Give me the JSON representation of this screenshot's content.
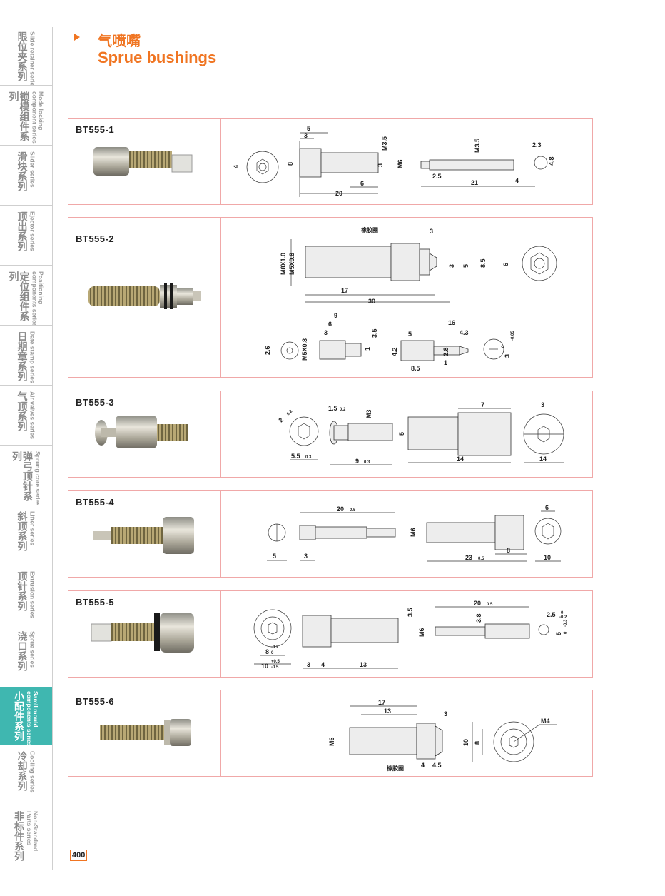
{
  "header": {
    "title_zh": "气喷嘴",
    "title_en": "Sprue bushings"
  },
  "page_number": "400",
  "sidebar": {
    "items": [
      {
        "zh": "限位夹系列",
        "en": "Slide retainer series",
        "active": false
      },
      {
        "zh": "锁模组件系列",
        "en": "Mode locking\ncomponent series",
        "active": false
      },
      {
        "zh": "滑块系列",
        "en": "Slider series",
        "active": false
      },
      {
        "zh": "顶出系列",
        "en": "Ejector series",
        "active": false
      },
      {
        "zh": "定位组件系列",
        "en": "Positioning\ncomponents series",
        "active": false
      },
      {
        "zh": "日期章系列",
        "en": "Date stamp series",
        "active": false
      },
      {
        "zh": "气顶系列",
        "en": "Air valves series",
        "active": false
      },
      {
        "zh": "弹弓顶针系列",
        "en": "Sprung core series",
        "active": false
      },
      {
        "zh": "斜顶系列",
        "en": "Lifter series",
        "active": false
      },
      {
        "zh": "顶针系列",
        "en": "Extrusion series",
        "active": false
      },
      {
        "zh": "浇口系列",
        "en": "Sprue series",
        "active": false
      },
      {
        "zh": "小配件系列",
        "en": "Samll mould\ncomponents series",
        "active": true
      },
      {
        "zh": "冷却系列",
        "en": "Cooling series",
        "active": false
      },
      {
        "zh": "非标件系列",
        "en": "Non-Standard\nParts series",
        "active": false
      }
    ]
  },
  "products": [
    {
      "code": "BT555-1",
      "dims": {
        "d5": "5",
        "d3": "3",
        "m35": "M3.5",
        "d8": "8",
        "d3b": "3",
        "m6": "M6",
        "d6": "6",
        "d20": "20",
        "d4": "4",
        "m35b": "M3.5",
        "d25": "2.5",
        "d21": "21",
        "d4b": "4",
        "d23": "2.3",
        "d48": "4.8"
      }
    },
    {
      "code": "BT555-2",
      "dims": {
        "rubber": "橡胶圈",
        "m8": "M8X1.0",
        "m5": "M5X0.8",
        "d3": "3",
        "d3b": "3",
        "d5": "5",
        "d85": "8.5",
        "d17": "17",
        "d30": "30",
        "d6": "6",
        "d9": "9",
        "d6b": "6",
        "d3c": "3",
        "d35": "3.5",
        "d26": "2.6",
        "m5b": "M5X0.8",
        "d1": "1",
        "d16": "16",
        "d5b": "5",
        "d43": "4.3",
        "d42": "4.2",
        "d28": "2.8",
        "d85b": "8.5",
        "d1b": "1",
        "d3d": "3",
        "tol0": "0",
        "tol005": "-0.05"
      }
    },
    {
      "code": "BT555-3",
      "dims": {
        "d2": "2",
        "t02": "0.2",
        "d15": "1.5",
        "t02b": "0.2",
        "m3": "M3",
        "d55": "5.5",
        "t03": "0.3",
        "d9": "9",
        "t03b": "0.3",
        "d7": "7",
        "d5": "5",
        "d14": "14",
        "d3": "3",
        "d14b": "14"
      }
    },
    {
      "code": "BT555-4",
      "dims": {
        "d20": "20",
        "t05": "0.5",
        "d5": "5",
        "d3": "3",
        "m6": "M6",
        "d23": "23",
        "t05b": "0.5",
        "d8": "8",
        "d6": "6",
        "d10": "10"
      }
    },
    {
      "code": "BT555-5",
      "dims": {
        "d8": "8",
        "t02": "-0.2",
        "t0": "0",
        "d10": "10",
        "t05p": "+0.5",
        "t05m": "-0.5",
        "d3": "3",
        "d4": "4",
        "d13": "13",
        "d35": "3.5",
        "m6": "M6",
        "d20": "20",
        "t05": "0.5",
        "d38": "3.8",
        "d25": "2.5",
        "t0b": "0",
        "t02b": "-0.2",
        "d5": "5",
        "t0c": "0",
        "t3": "-0.3"
      }
    },
    {
      "code": "BT555-6",
      "dims": {
        "d17": "17",
        "d13": "13",
        "d3": "3",
        "m6": "M6",
        "rubber": "橡胶圈",
        "d4": "4",
        "d45": "4.5",
        "d10": "10",
        "d8": "8",
        "m4": "M4"
      }
    }
  ],
  "colors": {
    "accent": "#f07522",
    "row_border": "#f0a8a8",
    "sidebar_active": "#3fb7b0"
  }
}
